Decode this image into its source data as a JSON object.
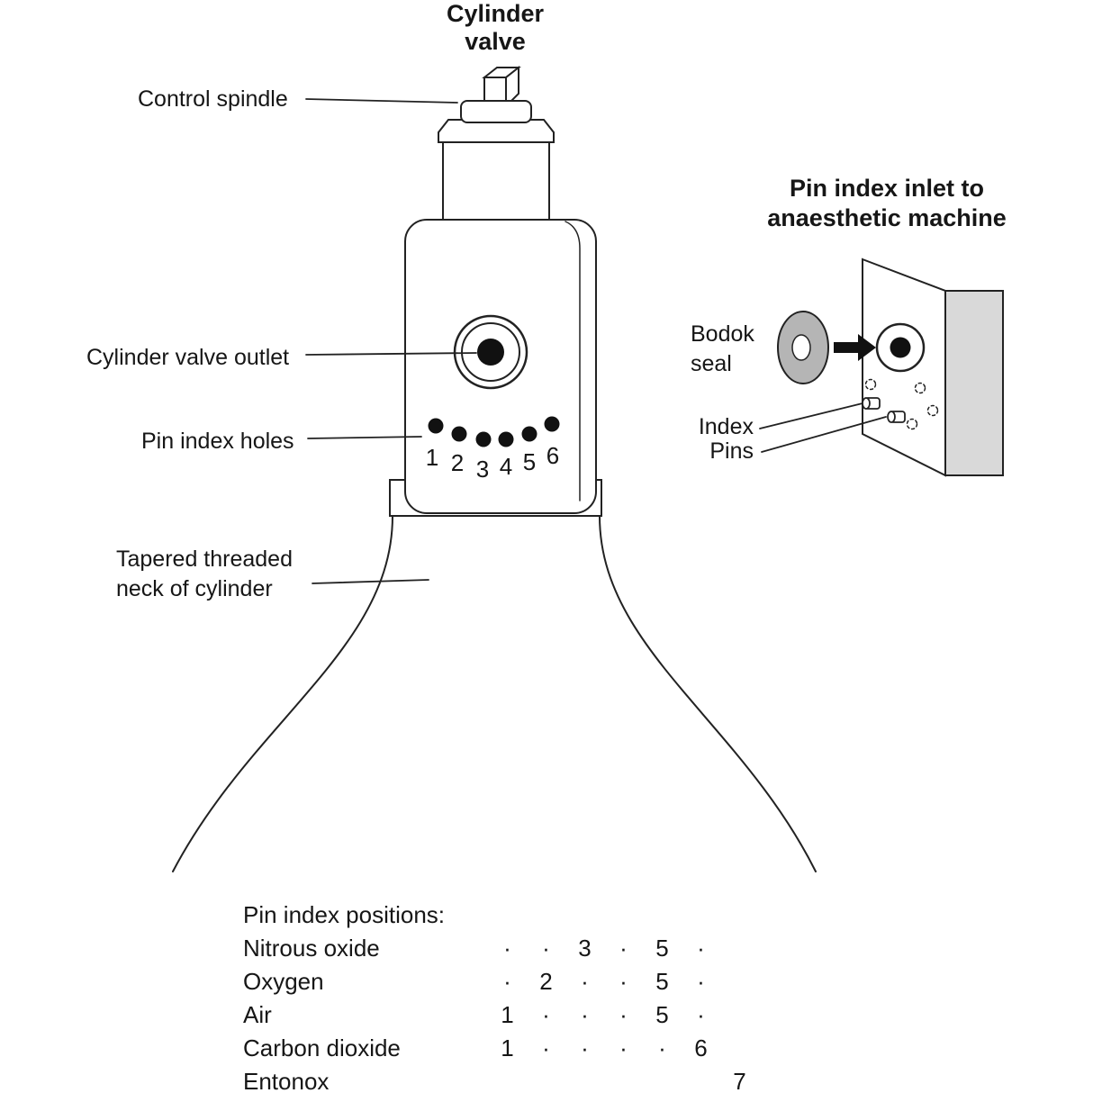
{
  "title": "Cylinder\nvalve",
  "labels": {
    "control_spindle": "Control spindle",
    "valve_outlet": "Cylinder valve outlet",
    "pin_index_holes": "Pin index holes",
    "tapered_neck": "Tapered threaded\nneck of cylinder"
  },
  "pins": {
    "numbers": [
      "1",
      "2",
      "3",
      "4",
      "5",
      "6"
    ]
  },
  "inset": {
    "title": "Pin index inlet to\nanaesthetic machine",
    "bodok_seal": "Bodok\nseal",
    "index_pins": "Index\nPins"
  },
  "table": {
    "title": "Pin index positions:",
    "rows": [
      {
        "gas": "Nitrous oxide",
        "p": [
          "·",
          "·",
          "3",
          "·",
          "5",
          "·",
          ""
        ]
      },
      {
        "gas": "Oxygen",
        "p": [
          "·",
          "2",
          "·",
          "·",
          "5",
          "·",
          ""
        ]
      },
      {
        "gas": "Air",
        "p": [
          "1",
          "·",
          "·",
          "·",
          "5",
          "·",
          ""
        ]
      },
      {
        "gas": "Carbon dioxide",
        "p": [
          "1",
          "·",
          "·",
          "·",
          "·",
          "6",
          ""
        ]
      },
      {
        "gas": "Entonox",
        "p": [
          "",
          "",
          "",
          "",
          "",
          "",
          "7"
        ]
      }
    ]
  },
  "colors": {
    "ink": "#222222",
    "panel_side_gray": "#d9d9d9",
    "seal_gray": "#b5b5b5"
  }
}
